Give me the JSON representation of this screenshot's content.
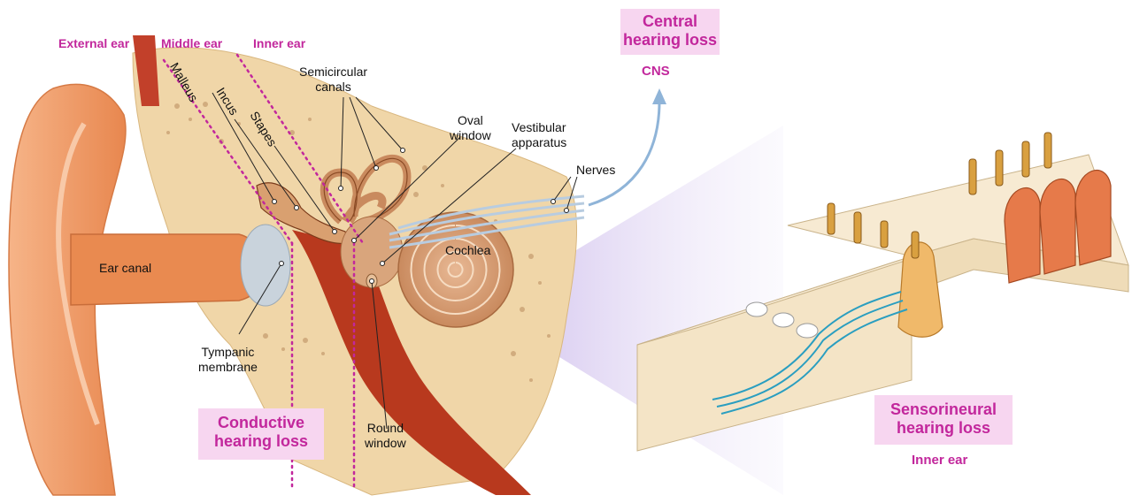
{
  "colors": {
    "accent": "#c2279c",
    "box_bg": "#f7d6f0",
    "tissue": "#f0d6a8",
    "outer_ear": "#f2a878",
    "muscle": "#b8391e",
    "arrow": "#8fb4d8"
  },
  "regions": {
    "external_ear": "External ear",
    "middle_ear": "Middle ear",
    "inner_ear": "Inner ear"
  },
  "labels": {
    "malleus": "Malleus",
    "incus": "Incus",
    "stapes": "Stapes",
    "semicircular_canals": [
      "Semicircular",
      "canals"
    ],
    "oval_window": [
      "Oval",
      "window"
    ],
    "vestibular_apparatus": [
      "Vestibular",
      "apparatus"
    ],
    "nerves": "Nerves",
    "cochlea": "Cochlea",
    "ear_canal": "Ear canal",
    "tympanic_membrane": [
      "Tympanic",
      "membrane"
    ],
    "round_window": [
      "Round",
      "window"
    ]
  },
  "hearing_loss": {
    "central": {
      "title": [
        "Central",
        "hearing loss"
      ],
      "sub": "CNS"
    },
    "conductive": {
      "title": [
        "Conductive",
        "hearing loss"
      ]
    },
    "sensorineural": {
      "title": [
        "Sensorineural",
        "hearing loss"
      ],
      "sub": "Inner ear"
    }
  }
}
